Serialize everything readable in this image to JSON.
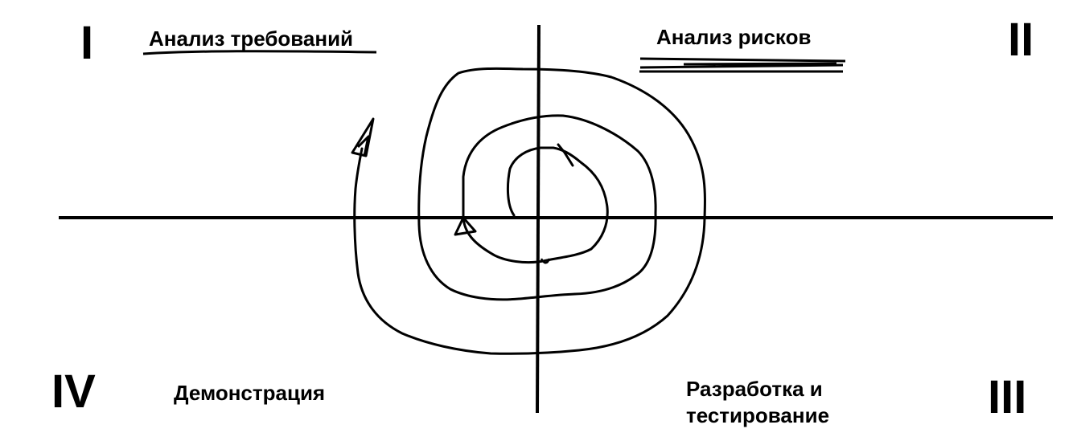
{
  "quadrant_numerals": {
    "q1": "I",
    "q2": "II",
    "q3": "III",
    "q4": "IV"
  },
  "phases": {
    "requirements_analysis": "Анализ требований",
    "risk_analysis": "Анализ рисков",
    "development_testing_line1": "Разработка и",
    "development_testing_line2": "тестирование",
    "demonstration": "Демонстрация"
  },
  "colors": {
    "ink": "#000000",
    "background": "#ffffff"
  }
}
